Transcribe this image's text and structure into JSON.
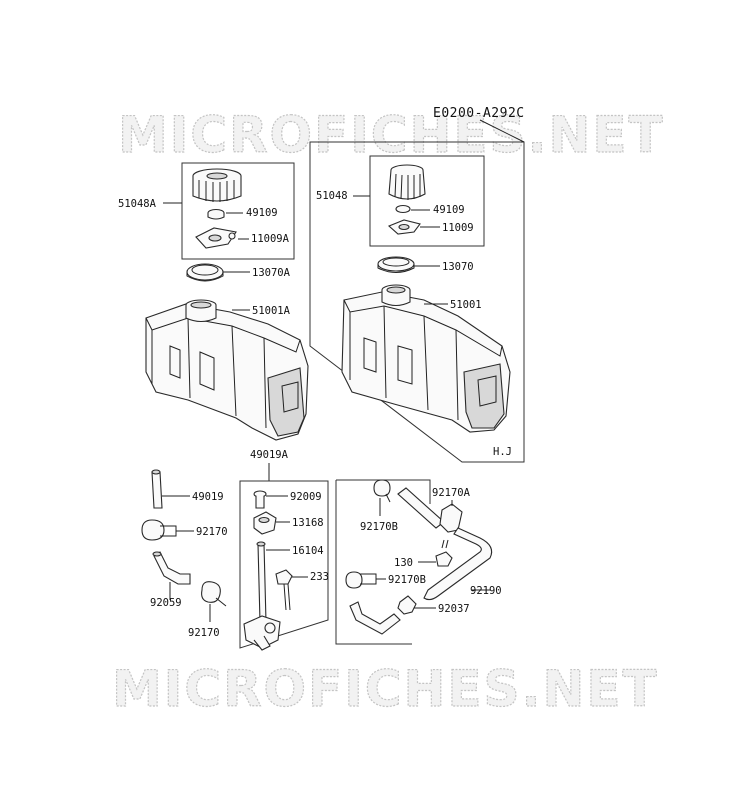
{
  "diagram_code": "E0200-A292C",
  "watermark": "MICROFICHES.NET",
  "variant_note": "H.J",
  "labels": {
    "p51048A": "51048A",
    "p49109a": "49109",
    "p11009A": "11009A",
    "p13070A": "13070A",
    "p51001A": "51001A",
    "p51048": "51048",
    "p49109b": "49109",
    "p11009": "11009",
    "p13070": "13070",
    "p51001": "51001",
    "p49019A": "49019A",
    "p49019": "49019",
    "p92009": "92009",
    "p13168": "13168",
    "p16104": "16104",
    "p233": "233",
    "p92170a": "92170",
    "p92059": "92059",
    "p92170b": "92170",
    "p92170A": "92170A",
    "p92170B1": "92170B",
    "p130": "130",
    "p92170B2": "92170B",
    "p92190": "92190",
    "p92037": "92037"
  }
}
